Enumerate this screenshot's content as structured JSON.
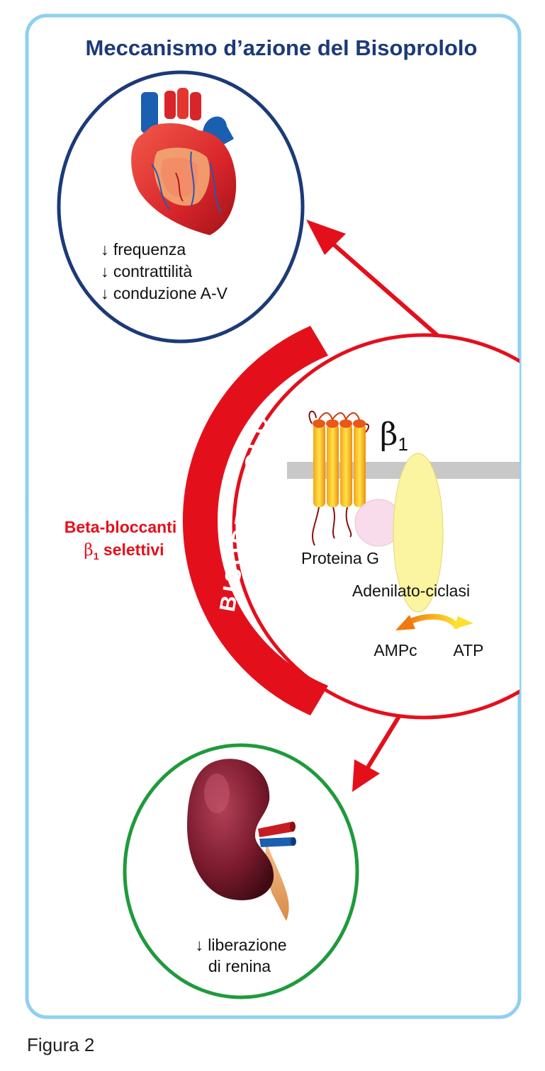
{
  "title": "Meccanismo d’azione del Bisoprololo",
  "heart": {
    "effects": [
      "↓ frequenza",
      "↓ contrattilità",
      "↓ conduzione A-V"
    ],
    "icon": "heart-icon"
  },
  "drug_band_label": "BISOPROLOLO",
  "drug_class": {
    "line1": "Beta-bloccanti",
    "beta": "β",
    "subscript": "1",
    "line2_rest": " selettivi"
  },
  "receptor": {
    "beta": "β",
    "subscript": "1",
    "labels": {
      "g_protein": "Proteina G",
      "adenylyl_cyclase": "Adenilato-ciclasi",
      "camp": "AMPc",
      "atp": "ATP"
    }
  },
  "kidney": {
    "effect_line1": "↓ liberazione",
    "effect_line2": "di renina",
    "icon": "kidney-icon"
  },
  "caption": "Figura 2",
  "colors": {
    "frame": "#8fd0f0",
    "title": "#1c3a78",
    "heart_ring": "#1c3a78",
    "kidney_ring": "#1f9a3c",
    "accent_red": "#e3101c",
    "membrane": "#c8c8c8",
    "cyclase": "#fbf4a0",
    "g_protein": "#f8dcec"
  }
}
